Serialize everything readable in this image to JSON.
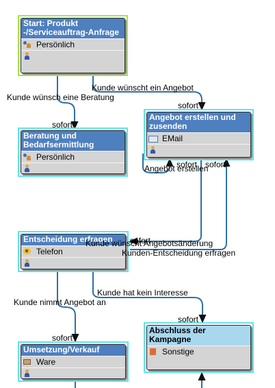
{
  "nodes": {
    "start": {
      "title": "Start: Produkt -/Serviceauftrag-Anfrage",
      "rows": [
        {
          "icon": "persons-icon",
          "label": "Persönlich"
        },
        {
          "icon": "user-icon",
          "label": ""
        }
      ]
    },
    "angebot": {
      "title": "Angebot erstellen und zusenden",
      "rows": [
        {
          "icon": "email-icon",
          "label": "EMail"
        },
        {
          "icon": "user-icon",
          "label": ""
        }
      ]
    },
    "beratung": {
      "title": "Beratung und Bedarfsermittlung",
      "rows": [
        {
          "icon": "persons-icon",
          "label": "Persönlich"
        },
        {
          "icon": "user-icon",
          "label": ""
        }
      ]
    },
    "entscheidung": {
      "title": "Entscheidung erfragen",
      "rows": [
        {
          "icon": "phone-icon",
          "label": "Telefon"
        },
        {
          "icon": "user-icon",
          "label": ""
        }
      ]
    },
    "abschluss": {
      "title": "Abschluss der Kampagne",
      "rows": [
        {
          "icon": "misc-icon",
          "label": "Sonstige"
        }
      ]
    },
    "umsetzung": {
      "title": "Umsetzung/Verkauf",
      "rows": [
        {
          "icon": "box-icon",
          "label": "Ware"
        },
        {
          "icon": "user-icon",
          "label": ""
        }
      ]
    }
  },
  "edge_labels": {
    "kunde_beratung": "Kunde wünsch eine Beratung",
    "kunde_angebot": "Kunde wünscht ein Angebot",
    "angebot_erstellen": "Angebot erstellen",
    "angebotsaenderung": "Kunde wünscht Angebotsänderung",
    "kunden_entscheidung": "Kunden-Entscheidung erfragen",
    "kein_interesse": "Kunde hat kein Interesse",
    "nimmt_an": "Kunde nimmt Angebot an"
  },
  "timing": {
    "sofort": "sofort"
  }
}
